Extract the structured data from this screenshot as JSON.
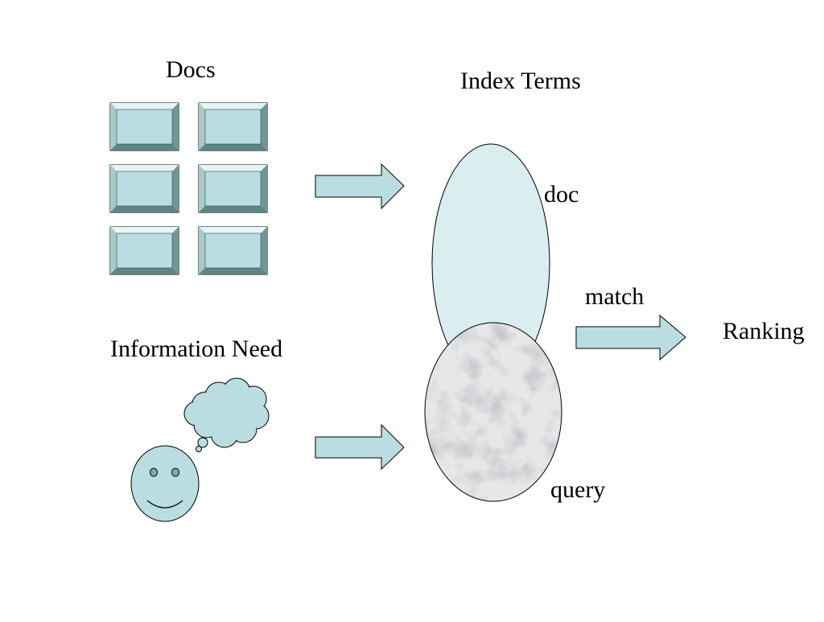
{
  "labels": {
    "docs": "Docs",
    "index_terms": "Index Terms",
    "doc": "doc",
    "match": "match",
    "ranking": "Ranking",
    "information_need": "Information Need",
    "query": "query"
  },
  "colors": {
    "fill": "#b9dde0",
    "doc_ellipse": "#daeef0",
    "bevel_dark": "#5e8585",
    "bevel_mid": "#83a8a8",
    "bevel_light": "#e6f4f4",
    "outline": "#000000",
    "marble": "#e7e7e7"
  }
}
